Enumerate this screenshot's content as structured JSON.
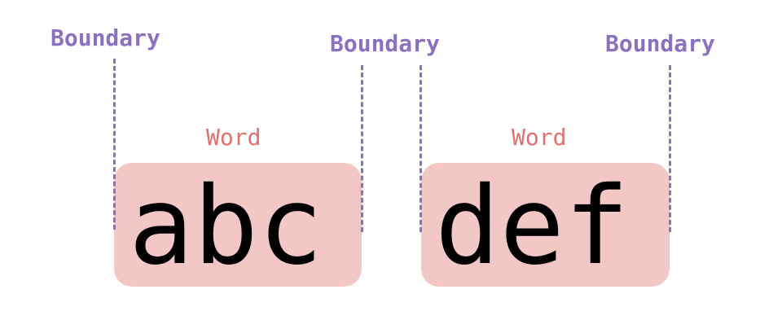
{
  "colors": {
    "boundary": "#8a70c1",
    "word_label": "#e07070",
    "word_box": "#f4c7c7",
    "text": "#000000",
    "background": "#ffffff"
  },
  "boundaries": [
    {
      "label": "Boundary"
    },
    {
      "label": "Boundary"
    },
    {
      "label": "Boundary"
    }
  ],
  "words": [
    {
      "label": "Word",
      "text": "abc"
    },
    {
      "label": "Word",
      "text": "def"
    }
  ]
}
